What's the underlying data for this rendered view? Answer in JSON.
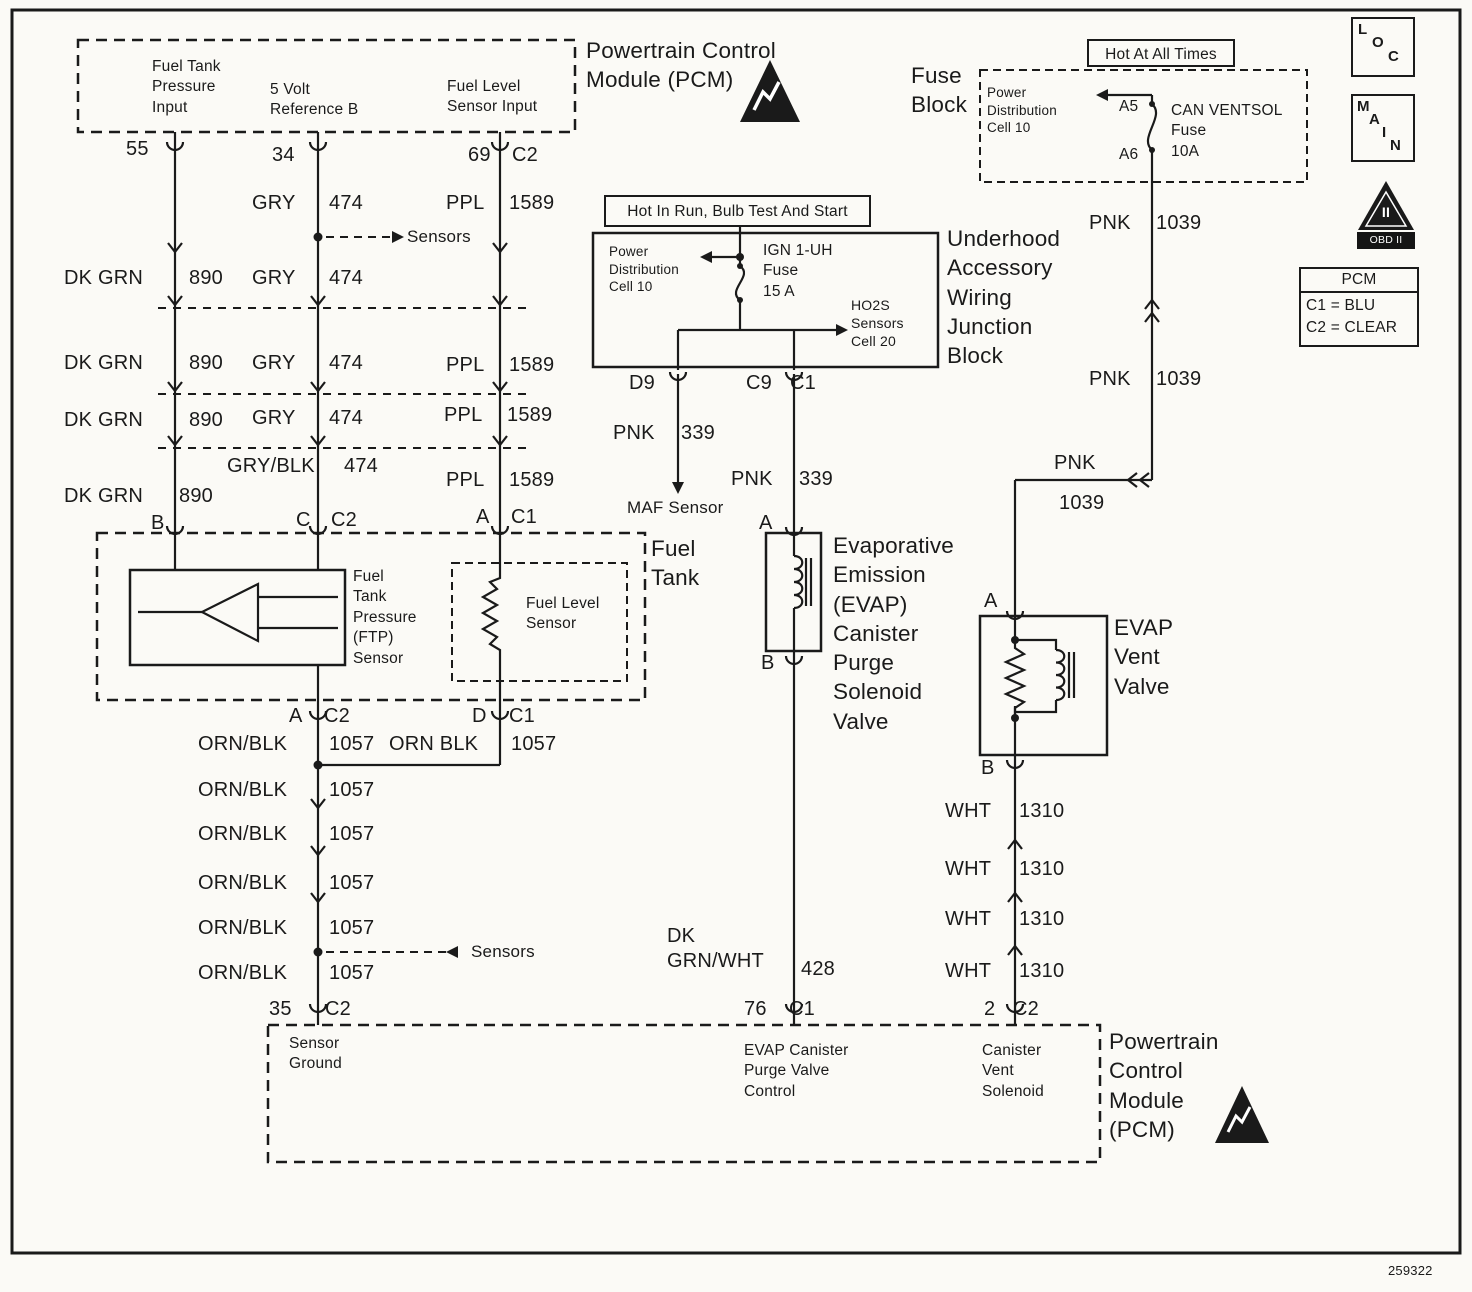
{
  "meta": {
    "doc_number": "259322"
  },
  "shared": {
    "power_distribution": "Power\nDistribution\nCell 10"
  },
  "wire": {
    "gry": "GRY",
    "v474": "474",
    "ppl": "PPL",
    "v1589": "1589",
    "dk_grn": "DK GRN",
    "v890": "890",
    "gry_blk": "GRY/BLK",
    "orn_blk": "ORN/BLK",
    "orn_blk_alt": "ORN BLK",
    "v1057": "1057",
    "pnk": "PNK",
    "v339": "339",
    "v1039": "1039",
    "dk_grn_wht": "DK\nGRN/WHT",
    "v428": "428",
    "wht": "WHT",
    "v1310": "1310",
    "sensors": "Sensors"
  },
  "conn": {
    "p55": "55",
    "p34": "34",
    "p69": "69",
    "p35": "35",
    "p76": "76",
    "p2": "2",
    "a": "A",
    "b": "B",
    "c": "C",
    "d": "D",
    "c1": "C1",
    "c2": "C2",
    "d9": "D9",
    "c9": "C9",
    "a5": "A5",
    "a6": "A6"
  },
  "pcm_top": {
    "title": "Powertrain Control\nModule (PCM)",
    "input_pressure": "Fuel Tank\nPressure\nInput",
    "input_5v": "5 Volt\nReference B",
    "input_level": "Fuel Level\nSensor Input"
  },
  "fuel_tank": {
    "label": "Fuel\nTank",
    "ftp_sensor": "Fuel\nTank\nPressure\n(FTP)\nSensor",
    "level_sensor": "Fuel Level\nSensor"
  },
  "junction_block": {
    "banner": "Hot In Run, Bulb Test And Start",
    "ign_fuse": "IGN 1-UH\nFuse\n15 A",
    "ho2s": "HO2S\nSensors\nCell 20",
    "title": "Underhood\nAccessory\nWiring\nJunction\nBlock",
    "maf": "MAF Sensor"
  },
  "purge_valve": {
    "title": "Evaporative\nEmission\n(EVAP)\nCanister\nPurge\nSolenoid\nValve"
  },
  "fuse_block": {
    "banner": "Hot At All Times",
    "label": "Fuse\nBlock",
    "fuse_name": "CAN VENTSOL\nFuse\n10A"
  },
  "vent_valve": {
    "title": "EVAP\nVent\nValve"
  },
  "pcm_bottom": {
    "title": "Powertrain\nControl\nModule\n(PCM)",
    "sensor_ground": "Sensor\nGround",
    "purge_control": "EVAP Canister\nPurge Valve\nControl",
    "vent_solenoid": "Canister\nVent\nSolenoid"
  },
  "corner": {
    "loc_l": "L",
    "loc_o": "O",
    "loc_c": "C",
    "main_m": "M",
    "main_a": "A",
    "main_i": "I",
    "main_n": "N",
    "obd_numeral": "II",
    "obd_label": "OBD II",
    "legend_title": "PCM",
    "legend_c1": "C1 = BLU",
    "legend_c2": "C2 = CLEAR"
  }
}
